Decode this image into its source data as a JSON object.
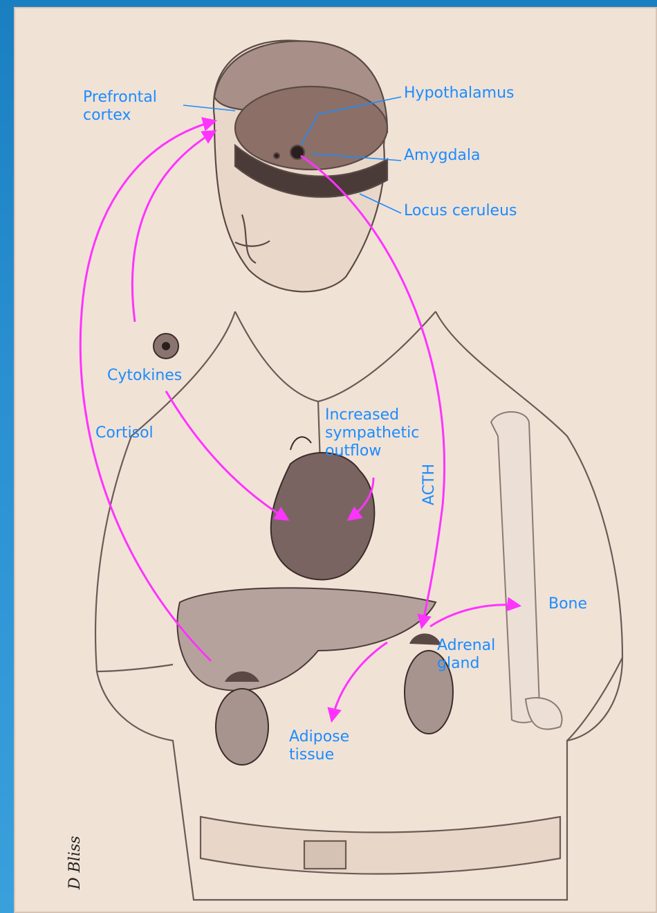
{
  "labels": {
    "prefrontal_cortex": "Prefrontal\ncortex",
    "hypothalamus": "Hypothalamus",
    "amygdala": "Amygdala",
    "locus_ceruleus": "Locus ceruleus",
    "cytokines": "Cytokines",
    "cortisol": "Cortisol",
    "increased_sympathetic_outflow": "Increased\nsympathetic\noutflow",
    "acth": "ACTH",
    "bone": "Bone",
    "adrenal_gland": "Adrenal\ngland",
    "adipose_tissue": "Adipose\ntissue"
  },
  "signature": "D Bliss",
  "colors": {
    "label_text": "#1a8cff",
    "arrow": "#ff33ff",
    "paper": "#f1e2d6",
    "slide_blue": "#2a8fd0"
  }
}
